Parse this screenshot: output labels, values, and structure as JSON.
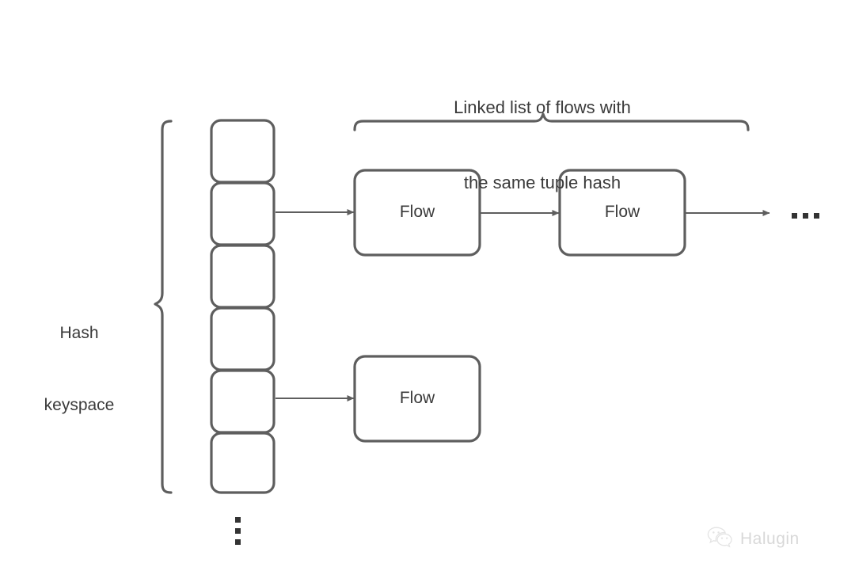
{
  "diagram": {
    "title": {
      "line1": "Linked list of flows with",
      "line2": "the same tuple hash"
    },
    "keyspace_label": {
      "line1": "Hash",
      "line2": "keyspace"
    },
    "bucket_cells": [
      {
        "index": 1,
        "label": ""
      },
      {
        "index": 2,
        "label": ""
      },
      {
        "index": 3,
        "label": ""
      },
      {
        "index": 4,
        "label": ""
      },
      {
        "index": 5,
        "label": ""
      },
      {
        "index": 6,
        "label": ""
      }
    ],
    "flow_nodes": [
      {
        "id": "flow-1",
        "label": "Flow",
        "row": "top"
      },
      {
        "id": "flow-2",
        "label": "Flow",
        "row": "top"
      },
      {
        "id": "flow-3",
        "label": "Flow",
        "row": "bottom"
      }
    ],
    "continuation_ellipsis": "...",
    "vertical_ellipsis": "⋮",
    "watermark": {
      "text": "Halugin",
      "icon": "wechat-icon"
    },
    "colors": {
      "stroke": "#5e5e5e",
      "text": "#3a3a3a",
      "background": "#ffffff",
      "dot": "#333333",
      "watermark": "#9a9a9a"
    }
  }
}
